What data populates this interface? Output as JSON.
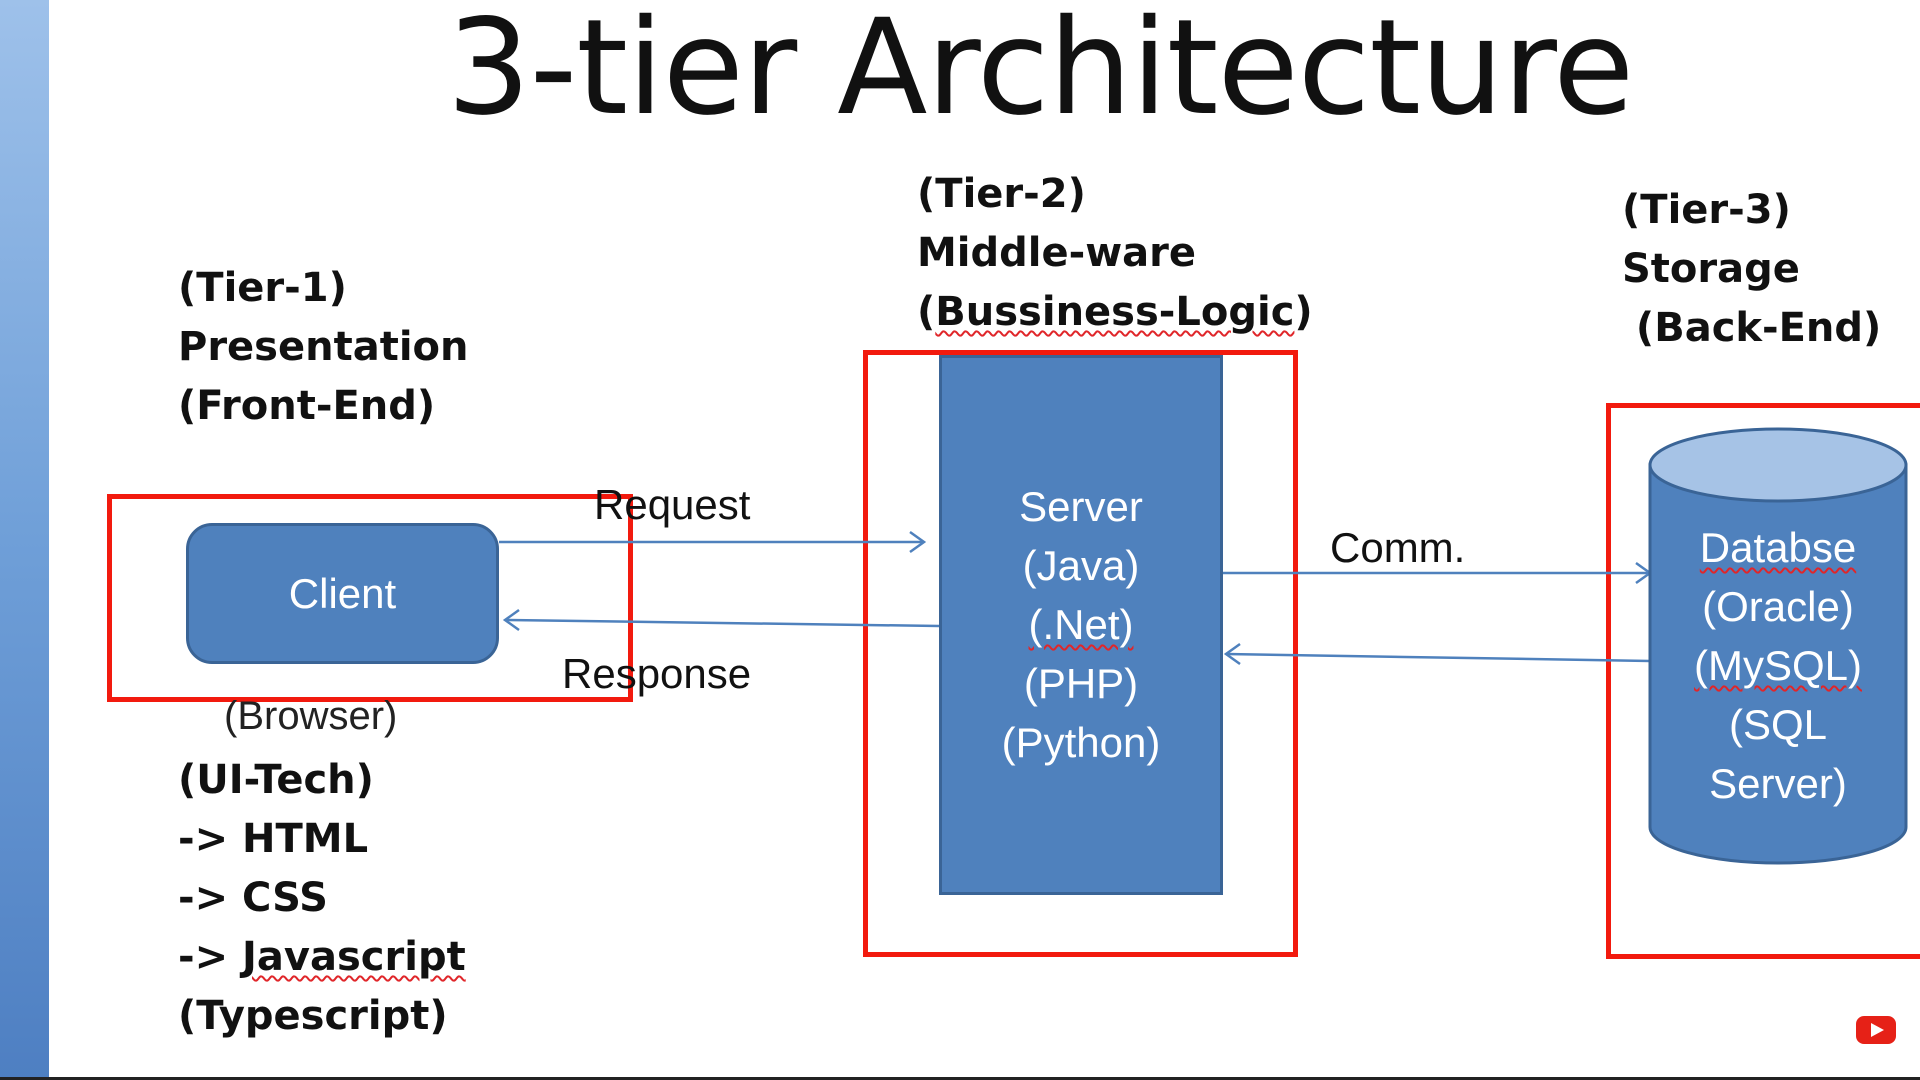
{
  "title": "3-tier Architecture",
  "tiers": {
    "tier1": {
      "lines": [
        "(Tier-1)",
        "Presentation",
        "(Front-End)"
      ]
    },
    "tier2": {
      "lines": [
        "(Tier-2)",
        "Middle-ware",
        "(Bussiness-Logic)"
      ]
    },
    "tier3": {
      "lines": [
        "(Tier-3)",
        "Storage",
        " (Back-End)"
      ]
    }
  },
  "client": {
    "label": "Client",
    "sublabel": "(Browser)"
  },
  "ui_tech": {
    "lines": [
      "(UI-Tech)",
      "-> HTML",
      "-> CSS",
      "-> Javascript",
      "(Typescript)"
    ]
  },
  "server": {
    "lines": [
      "Server",
      "(Java)",
      "(.Net)",
      "(PHP)",
      "(Python)"
    ]
  },
  "database": {
    "lines": [
      "Databse",
      "(Oracle)",
      "(MySQL)",
      "(SQL",
      "Server)"
    ]
  },
  "arrows": {
    "request": "Request",
    "response": "Response",
    "comm": "Comm."
  },
  "colors": {
    "box_fill": "#4f81bd",
    "box_border": "#3a6496",
    "highlight": "#f21a0e",
    "db_top": "#a6c3e6"
  },
  "icons": {
    "video_logo": "play-icon"
  }
}
